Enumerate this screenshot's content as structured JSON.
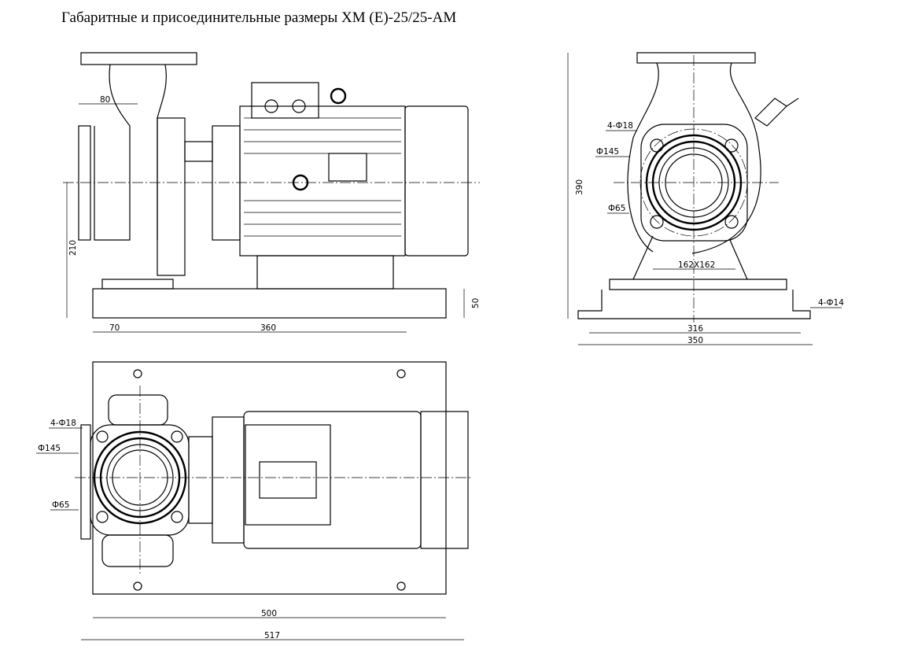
{
  "title": "Габаритные и присоединительные размеры XM (E)-25/25-AM",
  "front_view": {
    "dim_80": "80",
    "dim_210": "210",
    "dim_50": "50",
    "dim_70": "70",
    "dim_360": "360"
  },
  "side_view": {
    "dim_390": "390",
    "bolt_holes": "4-Ф18",
    "dia_145": "Ф145",
    "dia_65": "Ф65",
    "flange_square": "162X162",
    "dim_316": "316",
    "dim_350": "350",
    "base_holes": "4-Ф14"
  },
  "plan_view": {
    "bolt_holes": "4-Ф18",
    "dia_145": "Ф145",
    "dia_65": "Ф65",
    "dim_500": "500",
    "dim_517": "517"
  }
}
